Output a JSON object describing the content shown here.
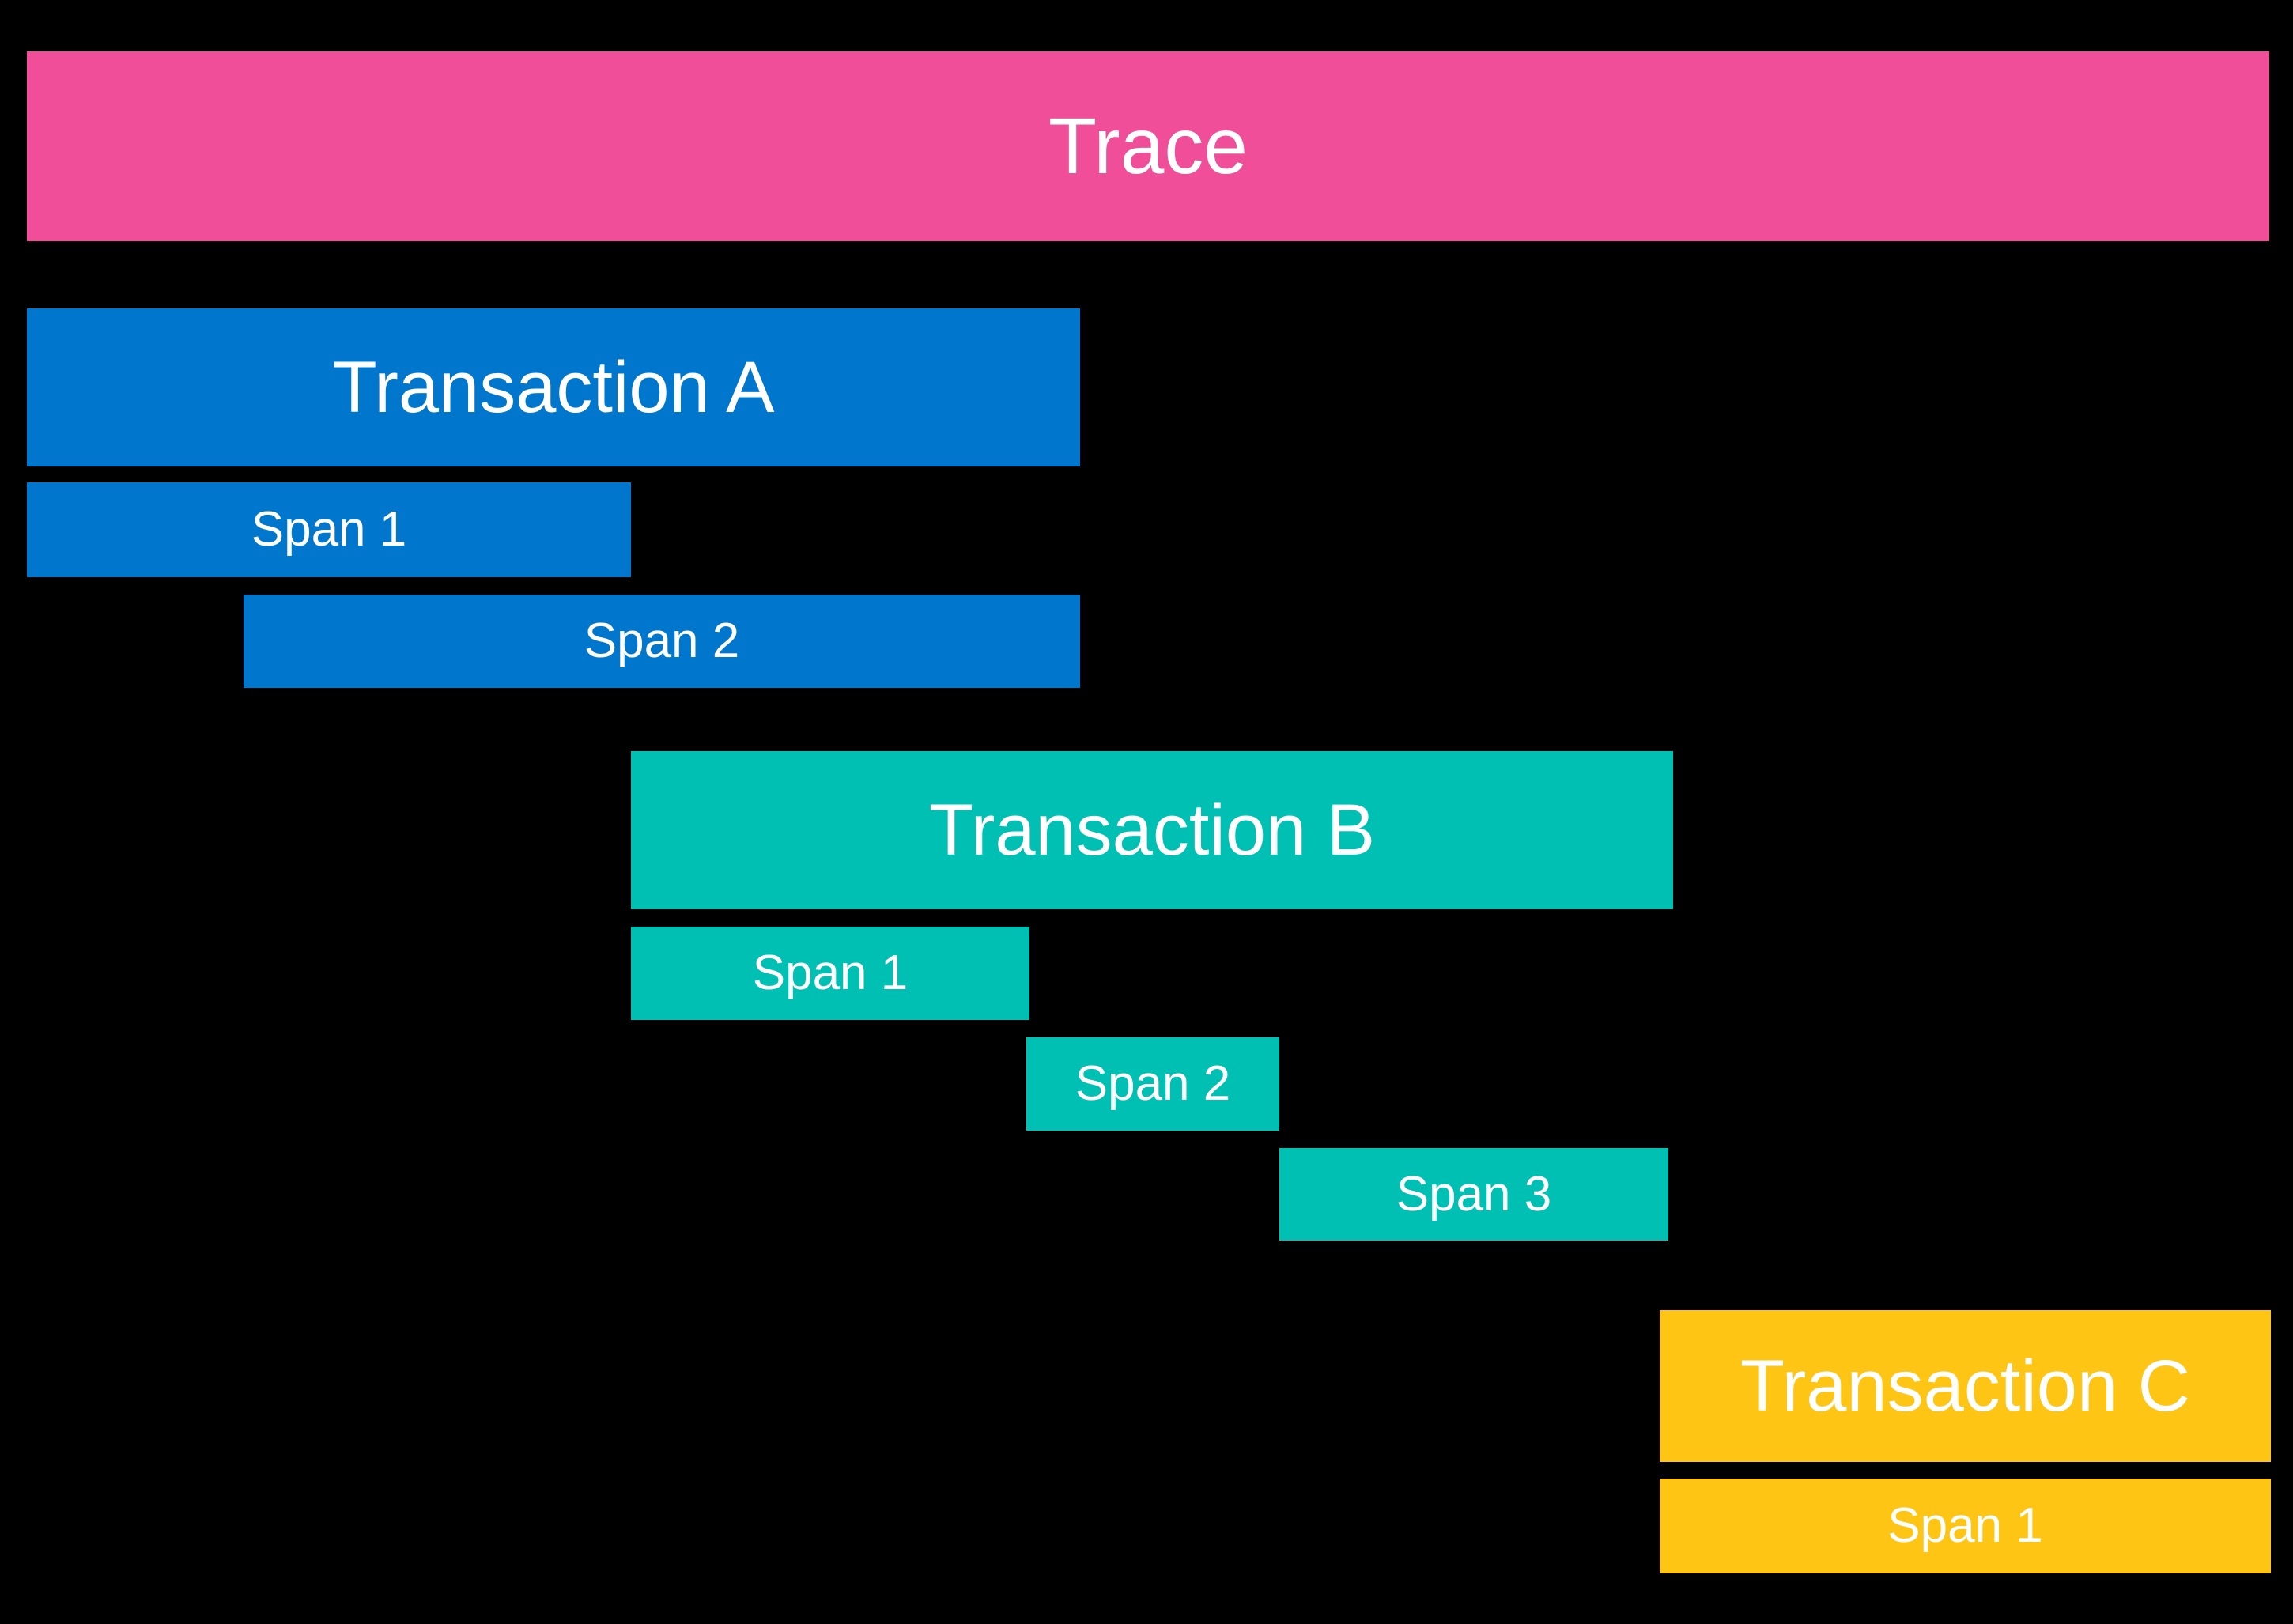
{
  "diagram": {
    "type": "trace-waterfall",
    "background_color": "#000000",
    "text_color": "#FFFFFF",
    "colors": {
      "trace": "#F04E98",
      "transaction_a": "#0077CC",
      "transaction_b": "#00BFB3",
      "transaction_c": "#FEC514"
    },
    "bars": [
      {
        "id": "trace",
        "label": "Trace",
        "group": "trace",
        "color": "#F04E98"
      },
      {
        "id": "transaction-a",
        "label": "Transaction A",
        "group": "transaction_a",
        "color": "#0077CC"
      },
      {
        "id": "transaction-a-span-1",
        "label": "Span 1",
        "group": "transaction_a",
        "color": "#0077CC"
      },
      {
        "id": "transaction-a-span-2",
        "label": "Span 2",
        "group": "transaction_a",
        "color": "#0077CC"
      },
      {
        "id": "transaction-b",
        "label": "Transaction B",
        "group": "transaction_b",
        "color": "#00BFB3"
      },
      {
        "id": "transaction-b-span-1",
        "label": "Span 1",
        "group": "transaction_b",
        "color": "#00BFB3"
      },
      {
        "id": "transaction-b-span-2",
        "label": "Span 2",
        "group": "transaction_b",
        "color": "#00BFB3"
      },
      {
        "id": "transaction-b-span-3",
        "label": "Span 3",
        "group": "transaction_b",
        "color": "#00BFB3"
      },
      {
        "id": "transaction-c",
        "label": "Transaction C",
        "group": "transaction_c",
        "color": "#FEC514"
      },
      {
        "id": "transaction-c-span-1",
        "label": "Span 1",
        "group": "transaction_c",
        "color": "#FEC514"
      }
    ]
  }
}
